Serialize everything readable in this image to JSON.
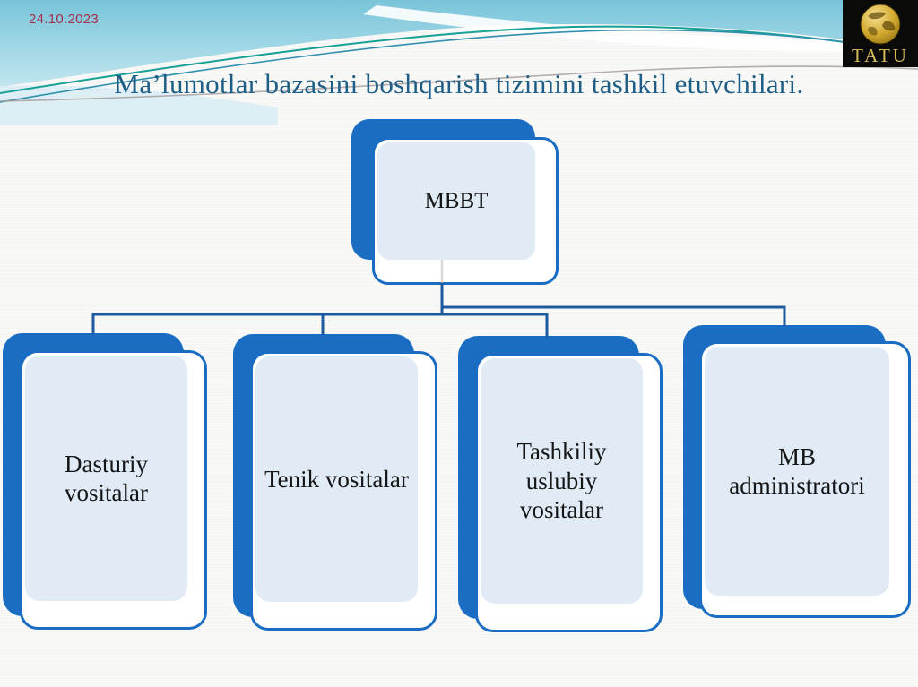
{
  "slide": {
    "date": "24.10.2023",
    "title": "Ma’lumotlar bazasini boshqarish tizimini tashkil etuvchilari.",
    "logo_text": "TATU",
    "diagram": {
      "type": "org-chart",
      "root": {
        "label": "MBBT"
      },
      "children": [
        {
          "label": "Dasturiy vositalar"
        },
        {
          "label": "Tenik vositalar"
        },
        {
          "label": "Tashkiliy uslubiy vositalar"
        },
        {
          "label": "MB administratori"
        }
      ]
    },
    "colors": {
      "box_fill": "#1a6dc3",
      "box_panel": "#e0ebf6",
      "connector": "#1d5a9e",
      "title_text": "#1e5e86",
      "date_text": "#a2304a",
      "logo_gold": "#d7ba58",
      "header_cyan": "#7ac3da"
    }
  }
}
